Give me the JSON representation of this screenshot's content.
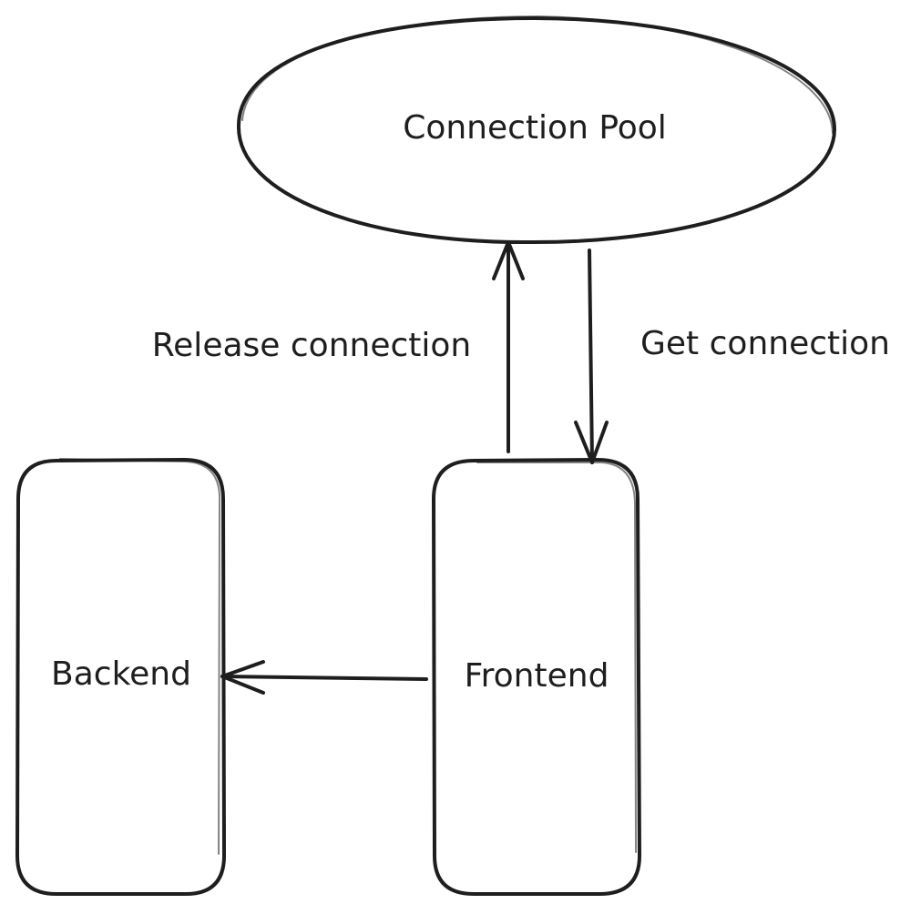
{
  "diagram": {
    "nodes": {
      "connection_pool": {
        "label": "Connection Pool",
        "shape": "ellipse"
      },
      "backend": {
        "label": "Backend",
        "shape": "rounded-rectangle"
      },
      "frontend": {
        "label": "Frontend",
        "shape": "rounded-rectangle"
      }
    },
    "edges": {
      "release": {
        "from": "frontend",
        "to": "connection_pool",
        "label": "Release connection"
      },
      "get": {
        "from": "connection_pool",
        "to": "frontend",
        "label": "Get connection"
      },
      "call": {
        "from": "frontend",
        "to": "backend",
        "label": ""
      }
    },
    "style": {
      "stroke_color": "#1e1e1e",
      "background": "#ffffff"
    }
  }
}
